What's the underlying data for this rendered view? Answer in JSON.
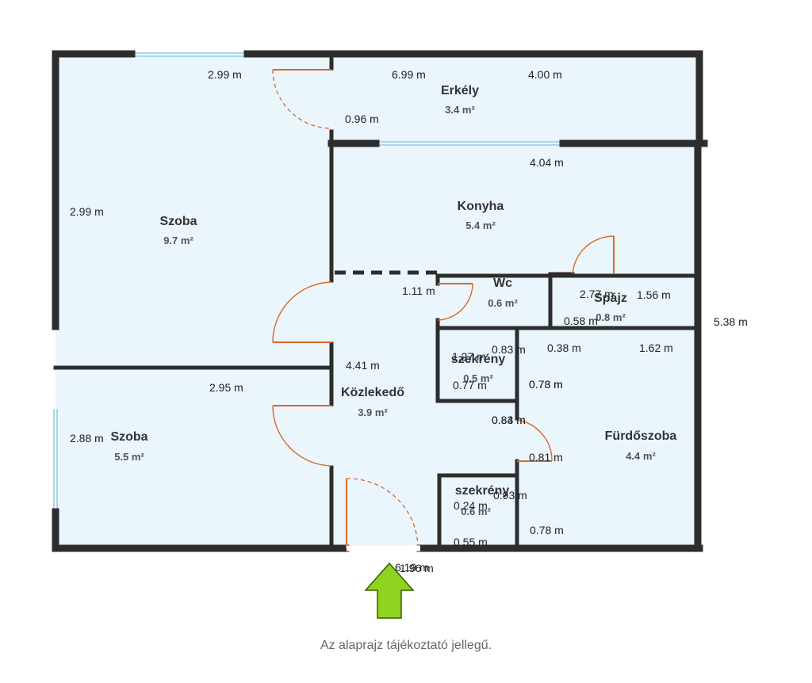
{
  "colors": {
    "room_fill": "#eaf5fc",
    "wall": "#2d2d2d",
    "window": "#a9d6ea",
    "door": "#d9692a",
    "entrance_arrow": "#8ed41f",
    "entrance_arrow_stroke": "#3a5a00"
  },
  "rooms": [
    {
      "id": "szoba-large",
      "name": "Szoba",
      "area": "9.7 m²"
    },
    {
      "id": "erkely",
      "name": "Erkély",
      "area": "3.4 m²"
    },
    {
      "id": "konyha",
      "name": "Konyha",
      "area": "5.4 m²"
    },
    {
      "id": "wc",
      "name": "Wc",
      "area": "0.6 m²"
    },
    {
      "id": "spajz",
      "name": "Spájz",
      "area": "0.8 m²"
    },
    {
      "id": "szekreny-1",
      "name": "szekrény",
      "area": "0.5 m²"
    },
    {
      "id": "kozlekedo",
      "name": "Közlekedő",
      "area": "3.9 m²"
    },
    {
      "id": "szoba-small",
      "name": "Szoba",
      "area": "5.5 m²"
    },
    {
      "id": "furdoszoba",
      "name": "Fürdőszoba",
      "area": "4.4 m²"
    },
    {
      "id": "szekreny-2",
      "name": "szekrény",
      "area": "0.6 m²"
    }
  ],
  "dimensions": [
    "2.99 m",
    "6.99 m",
    "4.00 m",
    "0.96 m",
    "4.04 m",
    "2.99 m",
    "1.11 m",
    "2.77 m",
    "1.56 m",
    "0.58 m",
    "5.38 m",
    "1.27 m",
    "0.83 m",
    "0.38 m",
    "1.62 m",
    "4.41 m",
    "0.77 m",
    "0.73 m",
    "0.78 m",
    "2.95 m",
    "0.84 m",
    "0.83 m",
    "2.88 m",
    "0.81 m",
    "0.24 m",
    "0.93 m",
    "0.78 m",
    "0.55 m",
    "6.19 m",
    "1.96 m"
  ],
  "note": "Az alaprajz tájékoztató jellegű."
}
